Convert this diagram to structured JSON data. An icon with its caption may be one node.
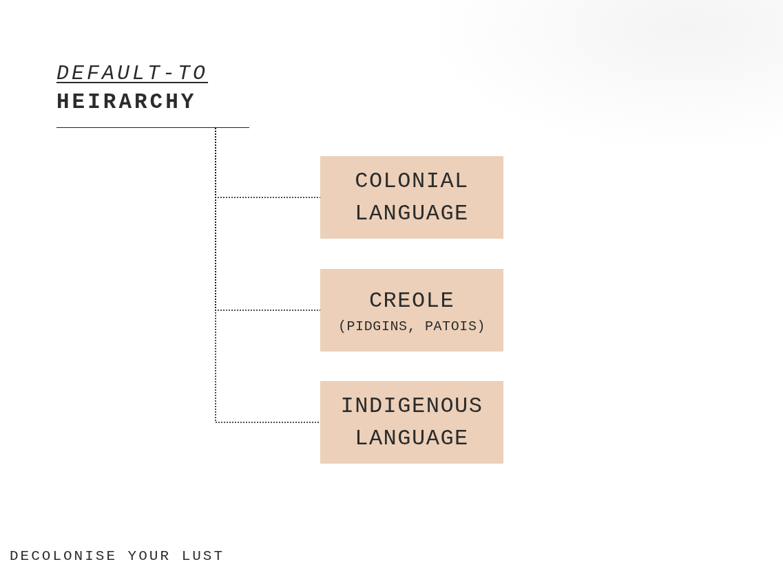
{
  "diagram": {
    "nodes": [
      {
        "text": [
          "DEFAULT-TO",
          "HEIRARCHY"
        ]
      },
      {
        "text": [
          "COLONIAL LANGUAGE"
        ]
      },
      {
        "text": [
          "CREOLE",
          "(PIDGINS, PATOIS)"
        ]
      },
      {
        "text": [
          "INDIGENOUS LANGUAGE"
        ]
      }
    ],
    "edges": [
      {
        "from": 0,
        "to": 1,
        "arrow": "none",
        "style": "dashed"
      },
      {
        "from": 0,
        "to": 2,
        "arrow": "none",
        "style": "dashed"
      },
      {
        "from": 0,
        "to": 3,
        "arrow": "none",
        "style": "dashed"
      }
    ],
    "labels": [
      "DECOLONISE YOUR LUST"
    ]
  }
}
